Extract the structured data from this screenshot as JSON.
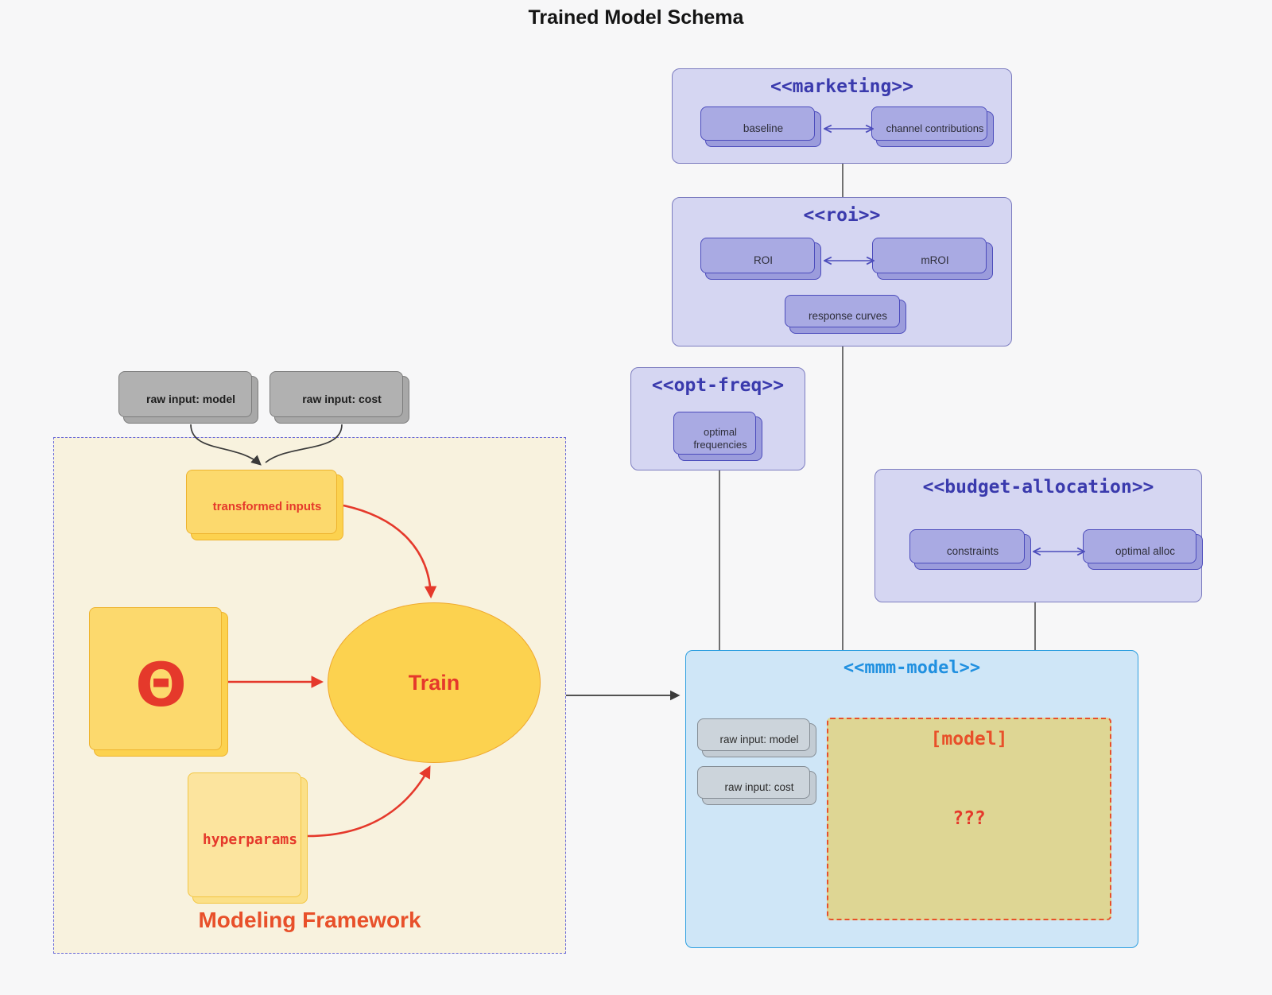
{
  "title": "Trained Model Schema",
  "containers": {
    "marketing": {
      "title": "<<marketing>>",
      "nodes": {
        "baseline": "baseline",
        "channel_contributions": "channel contributions"
      }
    },
    "roi": {
      "title": "<<roi>>",
      "nodes": {
        "roi": "ROI",
        "mroi": "mROI",
        "response_curves": "response curves"
      }
    },
    "opt_freq": {
      "title": "<<opt-freq>>",
      "nodes": {
        "optimal_frequencies": "optimal frequencies"
      }
    },
    "budget_allocation": {
      "title": "<<budget-allocation>>",
      "nodes": {
        "constraints": "constraints",
        "optimal_alloc": "optimal alloc"
      }
    },
    "mmm_model": {
      "title": "<<mmm-model>>",
      "nodes": {
        "raw_input_model": "raw input: model",
        "raw_input_cost": "raw input: cost",
        "model_box": "[model]",
        "unknown": "???"
      }
    },
    "modeling_framework": {
      "label": "Modeling Framework",
      "nodes": {
        "transformed_inputs": "transformed inputs",
        "theta": "Θ",
        "train": "Train",
        "hyperparams": "hyperparams"
      }
    }
  },
  "external_nodes": {
    "raw_input_model": "raw input: model",
    "raw_input_cost": "raw input: cost"
  },
  "colors": {
    "page_bg": "#f7f7f8",
    "purple_container_bg": "#d5d6f2",
    "purple_container_border": "#7d7dc0",
    "purple_title": "#3a3aad",
    "purple_node_bg": "#9b9cdc",
    "purple_node_border": "#4c4cbc",
    "blue_container_bg": "#cfe6f7",
    "blue_container_border": "#2d9fe0",
    "blue_title": "#2090e0",
    "gray_node_bg": "#a8a8a8",
    "bluegray_node_bg": "#c3ccd4",
    "frame_bg": "#f8f2de",
    "frame_border": "#6868d9",
    "yellow_node_bg": "#fcd24f",
    "yellow_node_border": "#eeb32d",
    "pale_yellow_bg": "#fbe088",
    "khaki_box_bg": "#ded694",
    "red_accent": "#e5392b",
    "red_orange": "#e8502a",
    "edge_dark": "#444444",
    "edge_purple": "#4d4dbb"
  }
}
